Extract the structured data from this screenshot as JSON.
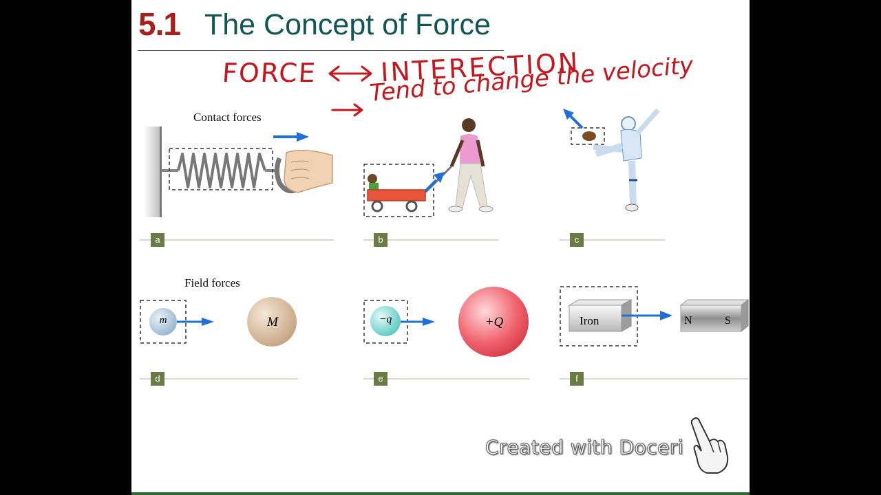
{
  "slide": {
    "section_number": "5.1",
    "title": "The Concept of Force"
  },
  "annotations": {
    "line1_left": "FORCE",
    "line1_right": "INTERECTION",
    "line2": "Tend to change the velocity"
  },
  "figure": {
    "contact_label": "Contact forces",
    "field_label": "Field forces",
    "panel_tags": [
      "a",
      "b",
      "c",
      "d",
      "e",
      "f"
    ],
    "mass_small": "m",
    "mass_large": "M",
    "charge_neg": "−q",
    "charge_pos": "+Q",
    "iron_label": "Iron",
    "magnet_north": "N",
    "magnet_south": "S"
  },
  "watermark": {
    "text": "Created with Doceri"
  },
  "colors": {
    "section_red": "#a8201e",
    "title_teal": "#0f5654",
    "ink_red": "#c4161c",
    "arrow_blue": "#1f6fd6",
    "tag_olive": "#6b7b45"
  }
}
